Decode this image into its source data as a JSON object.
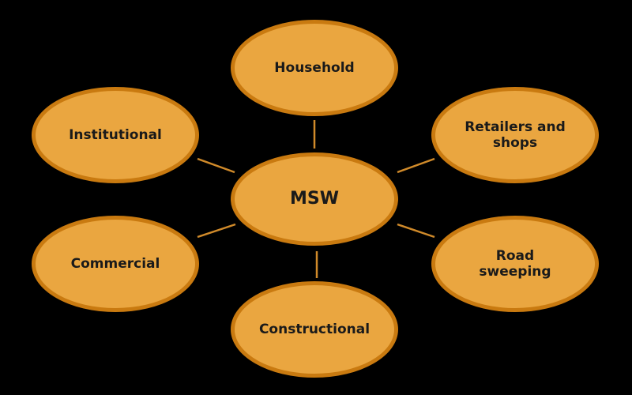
{
  "colors": {
    "background": "#000000",
    "node_fill": "#eaa640",
    "node_border": "#c97a10",
    "connector": "#d08a2a",
    "text": "#1a1a1a"
  },
  "center": {
    "label": "MSW"
  },
  "sources": {
    "household": "Household",
    "institutional": "Institutional",
    "retailers_line1": "Retailers and",
    "retailers_line2": "shops",
    "commercial": "Commercial",
    "road_line1": "Road",
    "road_line2": "sweeping",
    "constructional": "Constructional"
  }
}
